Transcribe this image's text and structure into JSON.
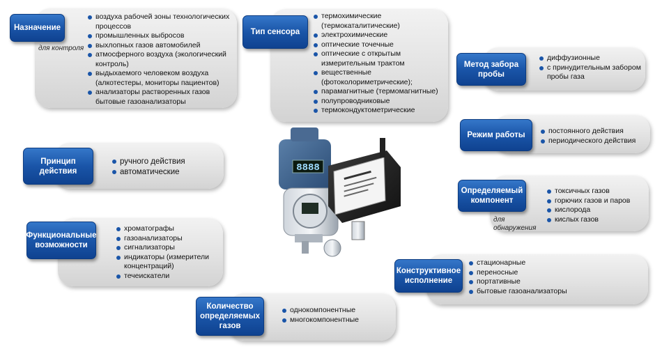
{
  "purpose": {
    "label": "Назначение",
    "note": "для контроля",
    "items": [
      "воздуха рабочей зоны технологических процессов",
      "промышленных выбросов",
      "выхлопных газов автомобилей",
      "атмосферного воздуха (экологический контроль)",
      "выдыхаемого человеком воздуха (алкотестеры, мониторы пациентов)",
      "анализаторы растворенных газов бытовые газоанализаторы"
    ]
  },
  "sensor_type": {
    "label": "Тип сенсора",
    "items": [
      "термохимические (термокаталитические)",
      "электрохимические",
      "оптические точечные",
      "оптические с открытым измерительным трактом",
      "вещественные (фотоколориметрические);",
      "парамагнитные (термомагнитные)",
      "полупроводниковые",
      "термокондуктометрические"
    ]
  },
  "sampling": {
    "label": "Метод забора пробы",
    "items": [
      "диффузионные",
      "с принудительным забором пробы газа"
    ]
  },
  "mode": {
    "label": "Режим работы",
    "items": [
      "постоянного действия",
      "периодического действия"
    ]
  },
  "component": {
    "label": "Определяемый компонент",
    "note": "для обнаружения",
    "items": [
      "токсичных газов",
      "горючих газов и паров",
      "кислорода",
      "кислых газов"
    ]
  },
  "principle": {
    "label": "Принцип действия",
    "items": [
      "ручного действия",
      "автоматические"
    ]
  },
  "functional": {
    "label": "Функциональные возможности",
    "items": [
      "хроматографы",
      "газоанализаторы",
      "сигнализаторы",
      "индикаторы (измерители концентраций)",
      "течеискатели"
    ]
  },
  "design": {
    "label": "Конструктивное исполнение",
    "items": [
      "стационарные",
      "переносные",
      "портативные",
      "бытовые газоанализаторы"
    ]
  },
  "gas_count": {
    "label": "Количество определяемых газов",
    "items": [
      "однокомпонентные",
      "многокомпонентные"
    ]
  },
  "device_display": "8888",
  "colors": {
    "label_blue": "#1a55a8",
    "box_gray": "#e2e2e2"
  }
}
